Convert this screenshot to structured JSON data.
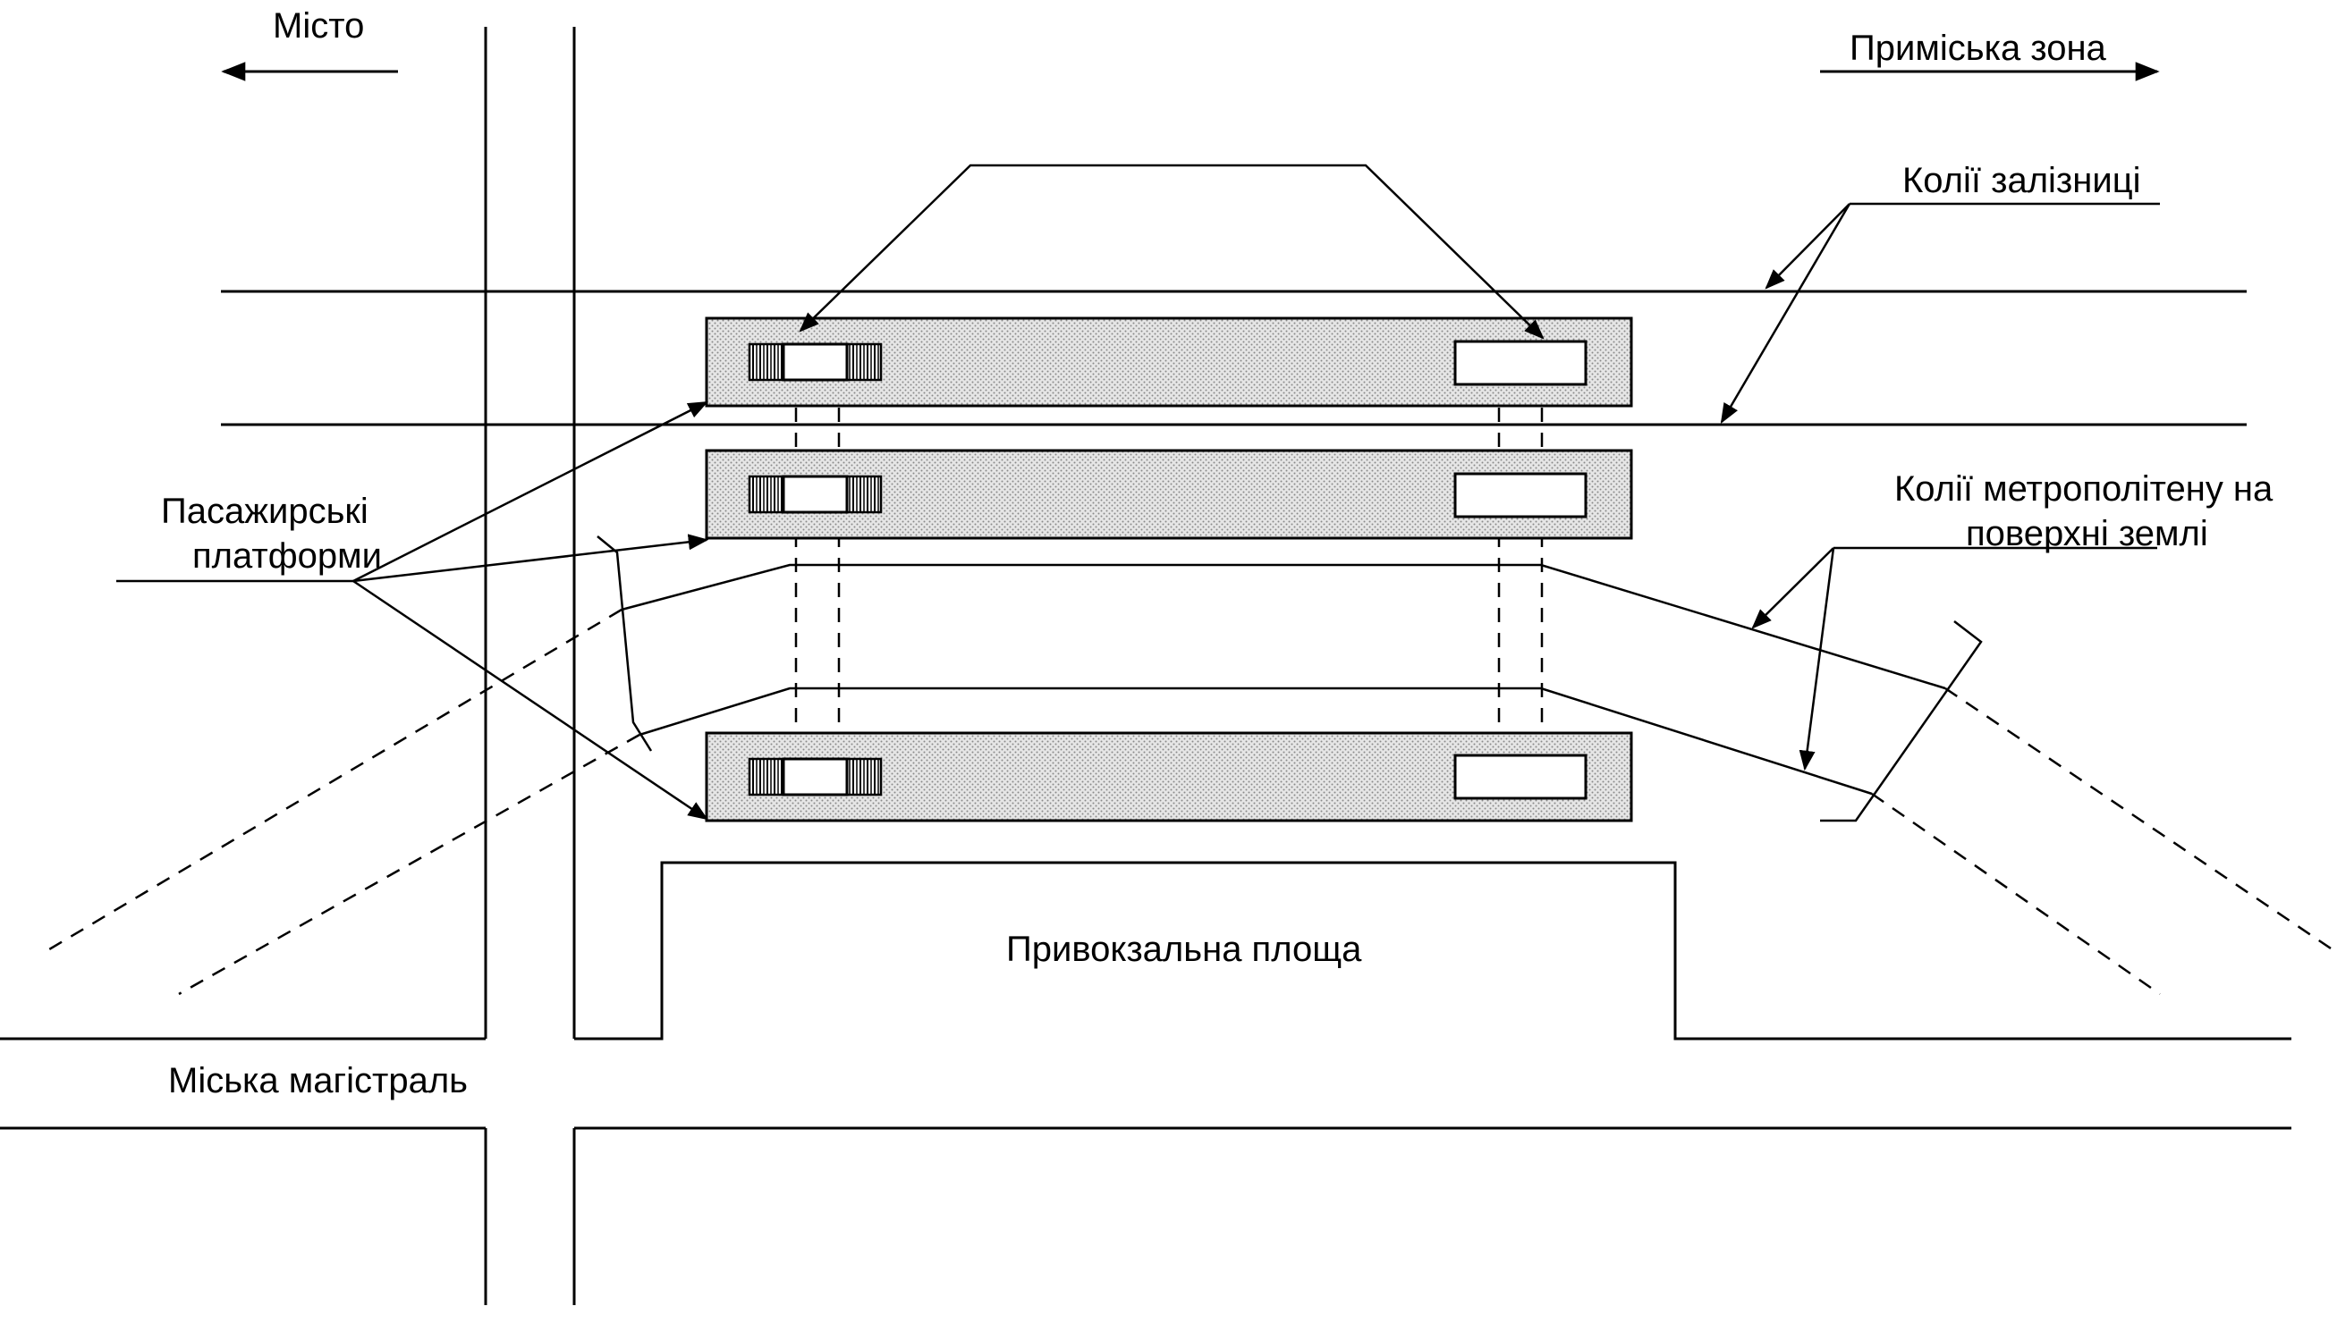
{
  "labels": {
    "city": "Місто",
    "suburb": "Приміська зона",
    "railway_tracks": "Колії залізниці",
    "passenger_platforms_line1": "Пасажирські",
    "passenger_platforms_line2": "платформи",
    "metro_tracks_line1": "Колії метрополітену на",
    "metro_tracks_line2": "поверхні землі",
    "station_square": "Привокзальна площа",
    "city_highway": "Міська магістраль"
  },
  "colors": {
    "line": "#000000",
    "platform_fill": "#d9d9d9",
    "background": "#ffffff"
  }
}
